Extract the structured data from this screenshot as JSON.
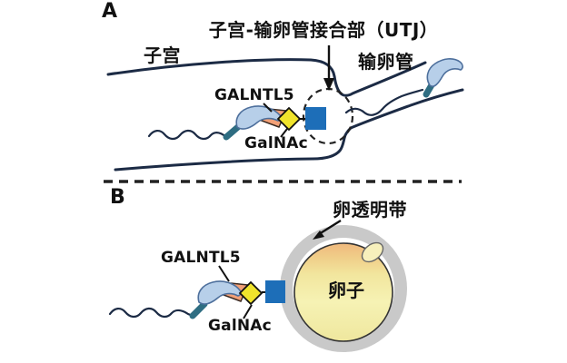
{
  "figure": {
    "description_labels": {
      "panel_a_letter": "A",
      "panel_b_letter": "B"
    }
  },
  "panel_a": {
    "label": "A",
    "title": "子宫-输卵管接合部（UTJ）",
    "uterus_label": "子宫",
    "oviduct_label": "输卵管",
    "galntl5_label": "GALNTL5",
    "galnac_label": "GalNAc"
  },
  "panel_b": {
    "label": "B",
    "zona_label": "卵透明带",
    "egg_label": "卵子",
    "galntl5_label": "GALNTL5",
    "galnac_label": "GalNAc"
  },
  "colors": {
    "outline_line": "#1c2b45",
    "sperm_head_fill": "#b7cfe9",
    "sperm_head_outline": "#4d6f9c",
    "sperm_midpiece": "#2e6d82",
    "galntl5_orange": "#f2a077",
    "galnac_yellow": "#f0e42c",
    "utj_blue_square": "#1d6eb8",
    "zona_ring_gray": "#c9c9c9",
    "egg_top_orange": "#f1bb7c",
    "egg_body_yellow": "#f5f0ad",
    "polar_body_fill": "#f7f0bc",
    "arrow_black": "#111111"
  }
}
